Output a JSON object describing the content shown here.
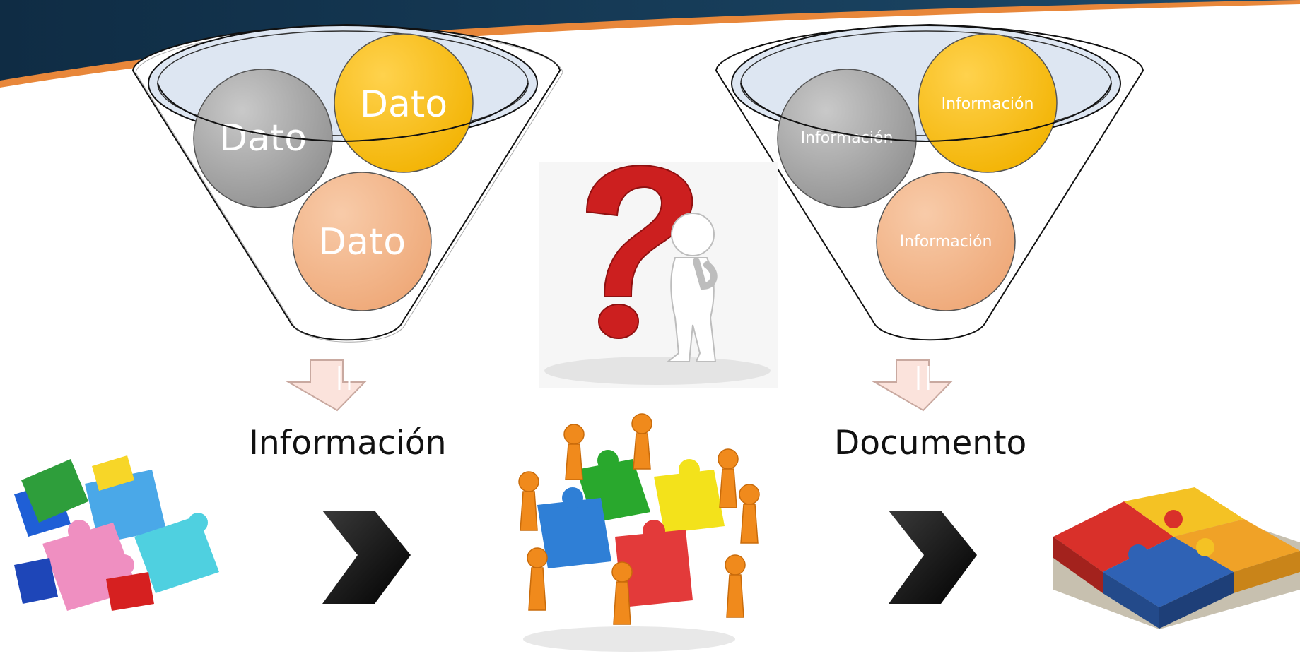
{
  "funnel_left": {
    "circles": [
      {
        "text": "Dato",
        "color": "#9e9e9e"
      },
      {
        "text": "Dato",
        "color": "#ffc000"
      },
      {
        "text": "Dato",
        "color": "#f4b183"
      }
    ],
    "output_label": "Información"
  },
  "funnel_right": {
    "circles": [
      {
        "text": "Información",
        "color": "#9e9e9e"
      },
      {
        "text": "Información",
        "color": "#ffc000"
      },
      {
        "text": "Información",
        "color": "#f4b183"
      }
    ],
    "output_label": "Documento"
  },
  "colors": {
    "header_dark": "#12344f",
    "header_accent": "#e8873a",
    "funnel_fill": "#dde6f2",
    "arrow_fill": "#fbe3dc",
    "arrow_stroke": "#c9a9a0",
    "chevron": "#111111"
  },
  "icons": [
    "question-thinker-icon",
    "scattered-puzzle-icon",
    "team-puzzle-icon",
    "assembled-puzzle-icon"
  ]
}
